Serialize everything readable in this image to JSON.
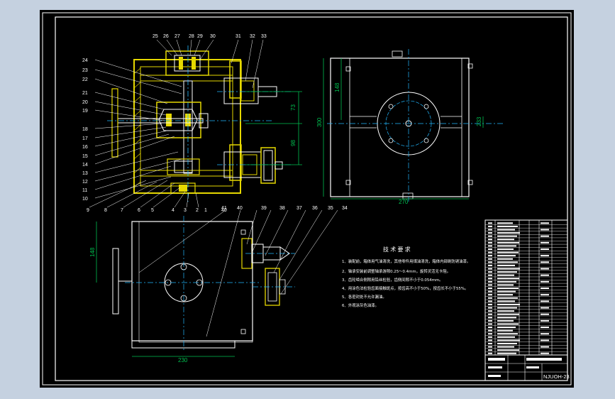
{
  "colors": {
    "background": "#000000",
    "window": "#c5d1e0",
    "outline": "#ffffff",
    "part_yellow": "#e6d800",
    "center_line": "#22b8ff",
    "dimension": "#00c050"
  },
  "callouts": {
    "top": [
      "25",
      "26",
      "27",
      "28",
      "29",
      "30",
      "31",
      "32",
      "33"
    ],
    "left": [
      "24",
      "23",
      "22",
      "21",
      "20",
      "19",
      "18",
      "17",
      "16",
      "15",
      "14",
      "13",
      "12",
      "11",
      "10"
    ],
    "bottom_front": [
      "9",
      "8",
      "7",
      "6",
      "5",
      "4",
      "3",
      "2",
      "1",
      "40"
    ],
    "side_view": [
      "41",
      "40",
      "39",
      "38",
      "37",
      "36",
      "35",
      "34"
    ]
  },
  "dimensions": {
    "front_v1": "73",
    "front_v2": "98",
    "right_w": "270",
    "right_h": "300",
    "right_h2": "148",
    "right_side": "233",
    "bottom_w": "230",
    "bottom_h": "148"
  },
  "tech_requirements": {
    "title": "技 术 要 求",
    "items": [
      "1、装配前，箱体用气油清洗，其他零件用煤油清洗，箱体内部刷防锈油漆。",
      "2、轴承安装前调整轴承游隙0.25～0.4mm，旋转灵活无卡阻。",
      "3、齿轮啮合侧隙用铅丝检验，齿侧间隙不小于0.054mm。",
      "4、用涂色法检验齿面接触斑点，按齿高不小于50%，按齿长不小于55%。",
      "5、各密封处不允许漏油。",
      "6、外观涂灰色油漆。"
    ]
  },
  "title_block": {
    "drawing_no": "NJUOH-23"
  }
}
